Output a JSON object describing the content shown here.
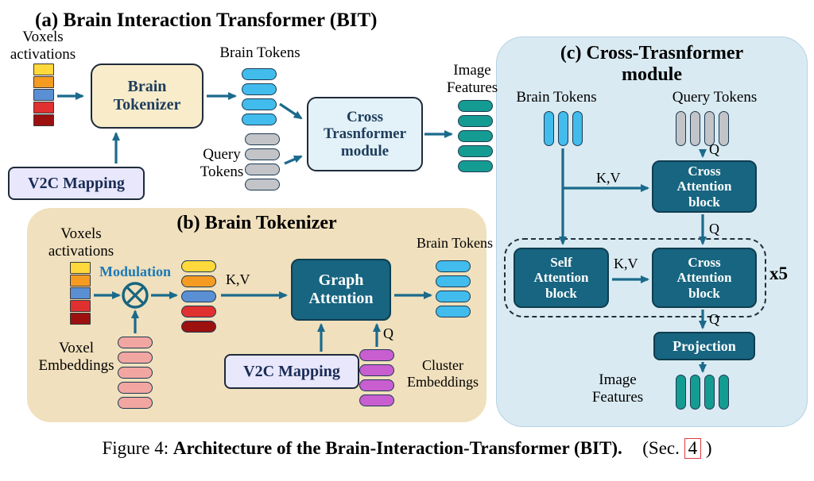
{
  "colors": {
    "arrow": "#1b6a8c",
    "dark_box": "#176580",
    "panel_b_bg": "#f0e0bd",
    "panel_c_bg": "#d9eaf2",
    "tan_box_bg": "#f8eccb",
    "blue_box_bg": "#e3f1f8",
    "lavender_box_bg": "#e8e7fc",
    "link_red": "#e03a3e"
  },
  "panel_a": {
    "title": "(a) Brain Interaction Transformer (BIT)",
    "voxels_label": "Voxels\nactivations",
    "brain_tokenizer_label": "Brain\nTokenizer",
    "v2c_label": "V2C Mapping",
    "brain_tokens_label": "Brain Tokens",
    "query_tokens_label": "Query\nTokens",
    "cross_transformer_label": "Cross\nTrasnformer\nmodule",
    "image_features_label": "Image\nFeatures"
  },
  "panel_b": {
    "title": "(b) Brain Tokenizer",
    "voxels_label": "Voxels\nactivations",
    "modulation_label": "Modulation",
    "kv_label": "K,V",
    "graph_attention_label": "Graph\nAttention",
    "brain_tokens_label": "Brain Tokens",
    "voxel_embeddings_label": "Voxel\nEmbeddings",
    "v2c_label": "V2C Mapping",
    "q_label": "Q",
    "cluster_embeddings_label": "Cluster\nEmbeddings"
  },
  "panel_c": {
    "title": "(c) Cross-Trasnformer\nmodule",
    "brain_tokens_label": "Brain Tokens",
    "query_tokens_label": "Query Tokens",
    "q_top_label": "Q",
    "kv_left_label": "K,V",
    "cross_attention_top_label": "Cross\nAttention\nblock",
    "self_attention_label": "Self\nAttention\nblock",
    "kv_mid_label": "K,V",
    "cross_attention_bottom_label": "Cross\nAttention\nblock",
    "repeat_label": "x5",
    "q_mid_label": "Q",
    "q_bottom_label": "Q",
    "projection_label": "Projection",
    "image_features_label": "Image\nFeatures"
  },
  "caption": {
    "figure_prefix": "Figure 4:",
    "bold_text": "Architecture of the Brain-Interaction-Transformer (BIT).",
    "sec_open": "(Sec.",
    "sec_number": "4",
    "sec_close": ")"
  },
  "stacks": {
    "panel_a_voxel_activations": [
      "#ffd93b",
      "#f59b22",
      "#5b8fd4",
      "#e03030",
      "#9c1010"
    ],
    "panel_a_brain_tokens": [
      "#41bcec",
      "#41bcec",
      "#41bcec",
      "#41bcec"
    ],
    "panel_a_query_tokens": [
      "#c2c4c8",
      "#c2c4c8",
      "#c2c4c8",
      "#c2c4c8"
    ],
    "panel_a_image_features": [
      "#159c92",
      "#159c92",
      "#159c92",
      "#159c92",
      "#159c92"
    ],
    "panel_b_voxel_activations": [
      "#ffd93b",
      "#f59b22",
      "#5b8fd4",
      "#e03030",
      "#9c1010"
    ],
    "panel_b_modulated_tokens": [
      "#ffd93b",
      "#f59b22",
      "#5b8fd4",
      "#e03030",
      "#9c1010"
    ],
    "panel_b_brain_tokens": [
      "#41bcec",
      "#41bcec",
      "#41bcec",
      "#41bcec"
    ],
    "panel_b_voxel_embeddings": [
      "#f2a6a1",
      "#f2a6a1",
      "#f2a6a1",
      "#f2a6a1",
      "#f2a6a1"
    ],
    "panel_b_cluster_embeddings": [
      "#c95ed0",
      "#c95ed0",
      "#c95ed0",
      "#c95ed0"
    ],
    "panel_c_brain_tokens": [
      "#41bcec",
      "#41bcec",
      "#41bcec"
    ],
    "panel_c_query_tokens": [
      "#c2c4c8",
      "#c2c4c8",
      "#c2c4c8",
      "#c2c4c8"
    ],
    "panel_c_image_features": [
      "#159c92",
      "#159c92",
      "#159c92",
      "#159c92"
    ]
  }
}
